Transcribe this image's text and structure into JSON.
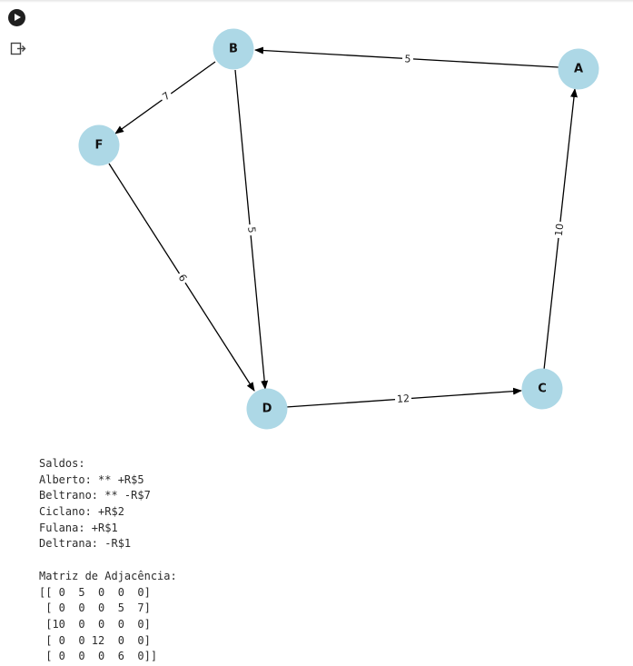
{
  "cell": {
    "run_button_icon": "play-icon",
    "output_icon": "output-redirect-icon"
  },
  "graph": {
    "node_color": "#add8e6",
    "edge_color": "#000000",
    "nodes": {
      "A": "A",
      "B": "B",
      "C": "C",
      "D": "D",
      "F": "F"
    },
    "edges": {
      "A_B": "5",
      "B_F": "7",
      "B_D": "5",
      "F_D": "6",
      "D_C": "12",
      "C_A": "10"
    }
  },
  "output": {
    "lines": [
      "Saldos:",
      "Alberto: ** +R$5",
      "Beltrano: ** -R$7",
      "Ciclano: +R$2",
      "Fulana: +R$1",
      "Deltrana: -R$1",
      "",
      "Matriz de Adjacência:",
      "[[ 0  5  0  0  0]",
      " [ 0  0  0  5  7]",
      " [10  0  0  0  0]",
      " [ 0  0 12  0  0]",
      " [ 0  0  0  6  0]]"
    ]
  }
}
